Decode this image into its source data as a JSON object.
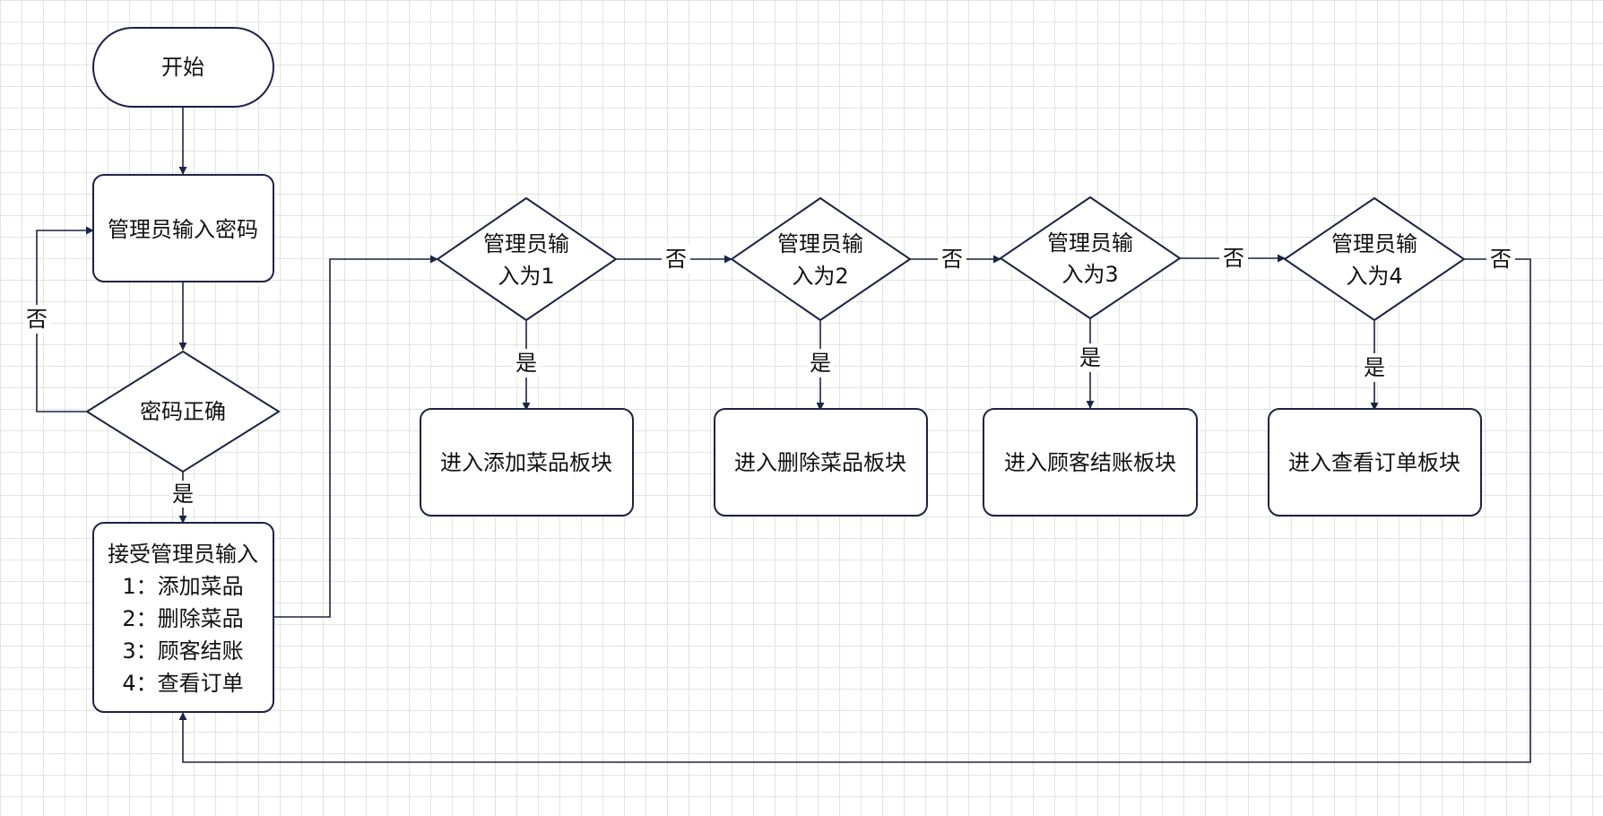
{
  "nodes": {
    "start": {
      "text": "开始"
    },
    "input_pwd": {
      "text": "管理员输入密码"
    },
    "check_pwd": {
      "text": "密码正确"
    },
    "menu": {
      "lines": [
        "接受管理员输入",
        "1：添加菜品",
        "2：删除菜品",
        "3：顾客结账",
        "4：查看订单"
      ]
    },
    "is1": {
      "lines": [
        "管理员输",
        "入为1"
      ]
    },
    "is2": {
      "lines": [
        "管理员输",
        "入为2"
      ]
    },
    "is3": {
      "lines": [
        "管理员输",
        "入为3"
      ]
    },
    "is4": {
      "lines": [
        "管理员输",
        "入为4"
      ]
    },
    "add_dish": {
      "text": "进入添加菜品板块"
    },
    "del_dish": {
      "text": "进入删除菜品板块"
    },
    "checkout": {
      "text": "进入顾客结账板块"
    },
    "view_order": {
      "text": "进入查看订单板块"
    }
  },
  "edges": {
    "pwd_no": "否",
    "pwd_yes": "是",
    "is1_no": "否",
    "is2_no": "否",
    "is3_no": "否",
    "is4_no": "否",
    "is1_yes": "是",
    "is2_yes": "是",
    "is3_yes": "是",
    "is4_yes": "是"
  },
  "colors": {
    "stroke": "#1d2345",
    "grid": "#e3e3e3",
    "fill": "#ffffff"
  }
}
